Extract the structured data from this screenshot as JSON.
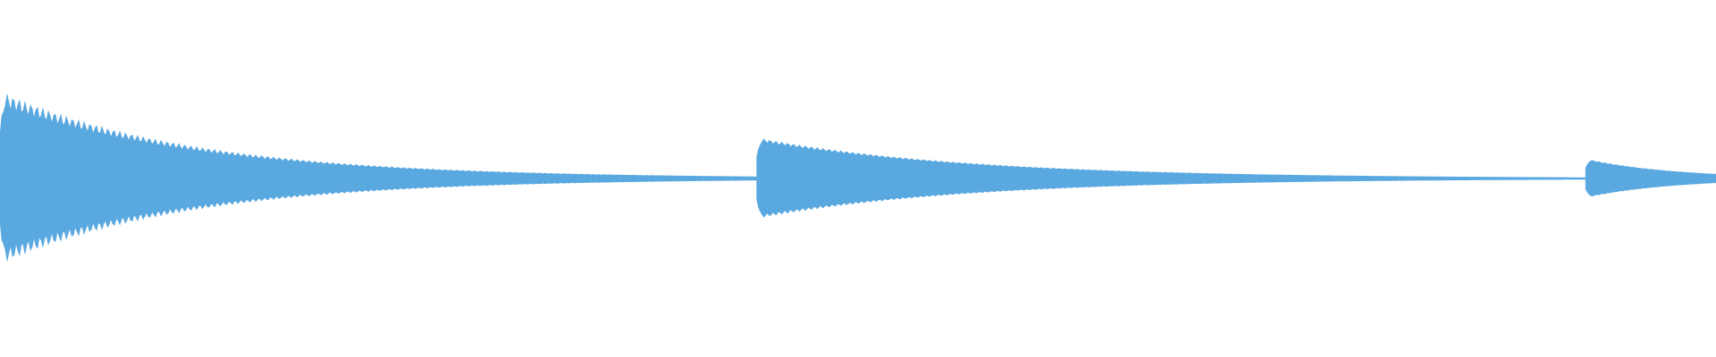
{
  "waveform": {
    "color": "#5aa8e0",
    "background": "#ffffff",
    "segments": [
      {
        "onset": 0.0,
        "end": 0.441,
        "peak_amplitude": 0.92,
        "end_amplitude": 0.02,
        "ripple": 0.1
      },
      {
        "onset": 0.441,
        "end": 0.924,
        "peak_amplitude": 0.45,
        "end_amplitude": 0.01,
        "ripple": 0.05
      },
      {
        "onset": 0.924,
        "end": 1.0,
        "peak_amplitude": 0.22,
        "end_amplitude": 0.05,
        "ripple": 0.03
      }
    ]
  }
}
